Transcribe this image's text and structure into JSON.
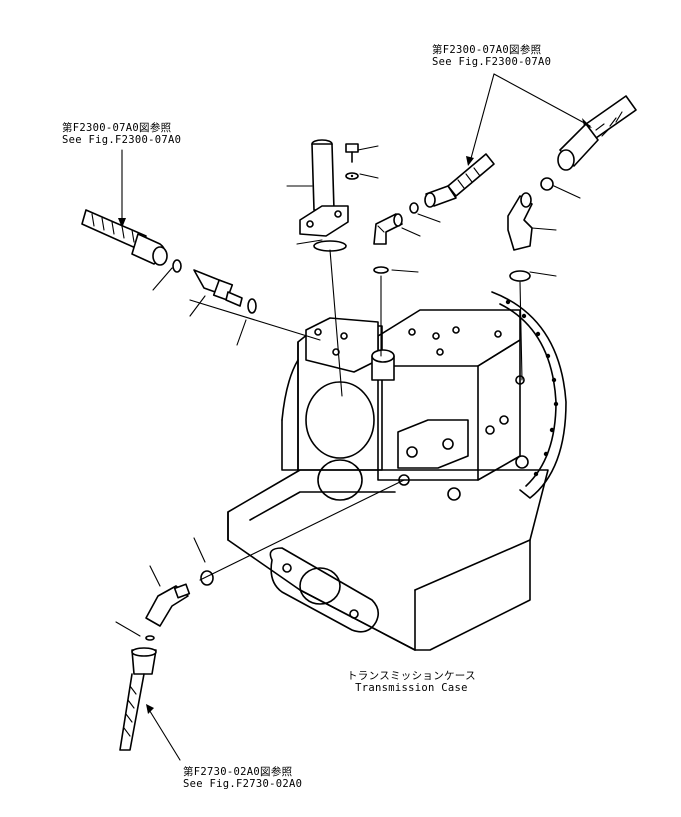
{
  "references": {
    "top_right": {
      "jp": "第F2300-07A0図参照",
      "en": "See Fig.F2300-07A0"
    },
    "top_left": {
      "jp": "第F2300-07A0図参照",
      "en": "See Fig.F2300-07A0"
    },
    "bottom": {
      "jp": "第F2730-02A0図参照",
      "en": "See Fig.F2730-02A0"
    }
  },
  "case_label": {
    "jp": "トランスミッションケース",
    "en": "Transmission Case"
  },
  "icons": [
    "bolt-icon",
    "washer-icon",
    "hose-icon",
    "elbow-fitting-icon",
    "o-ring-icon",
    "connector-icon",
    "transmission-case-icon"
  ]
}
